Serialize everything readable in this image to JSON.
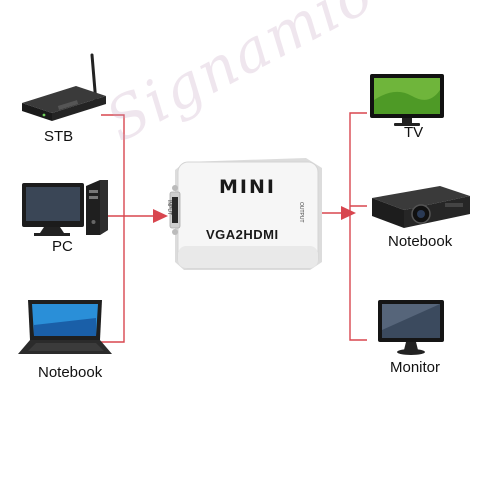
{
  "inputs": [
    {
      "label": "STB"
    },
    {
      "label": "PC"
    },
    {
      "label": "Notebook"
    }
  ],
  "outputs": [
    {
      "label": "TV"
    },
    {
      "label": "Notebook"
    },
    {
      "label": "Monitor"
    }
  ],
  "converter": {
    "brand": "MINI",
    "model": "VGA2HDMI",
    "port_in": "INPUT",
    "port_out": "OUTPUT"
  },
  "watermark": "Signamio",
  "colors": {
    "connector": "#d8464f",
    "device_dark": "#1c1c1c",
    "converter_body": "#f6f6f6",
    "tv_screen": "#6fb53b",
    "notebook_screen": "#2a8fd8"
  }
}
